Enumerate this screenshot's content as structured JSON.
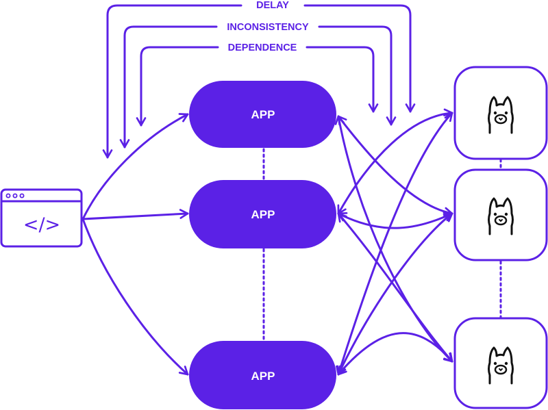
{
  "labels": {
    "delay": "DELAY",
    "inconsistency": "INCONSISTENCY",
    "dependence": "DEPENDENCE"
  },
  "apps": [
    {
      "label": "APP"
    },
    {
      "label": "APP"
    },
    {
      "label": "APP"
    }
  ],
  "models": [
    {
      "icon": "llama-icon"
    },
    {
      "icon": "llama-icon"
    },
    {
      "icon": "llama-icon"
    }
  ],
  "client": {
    "icon": "code-icon",
    "code_glyph": "</>"
  },
  "colors": {
    "accent": "#5b21e6",
    "text_on_accent": "#ffffff",
    "background": "#ffffff"
  }
}
